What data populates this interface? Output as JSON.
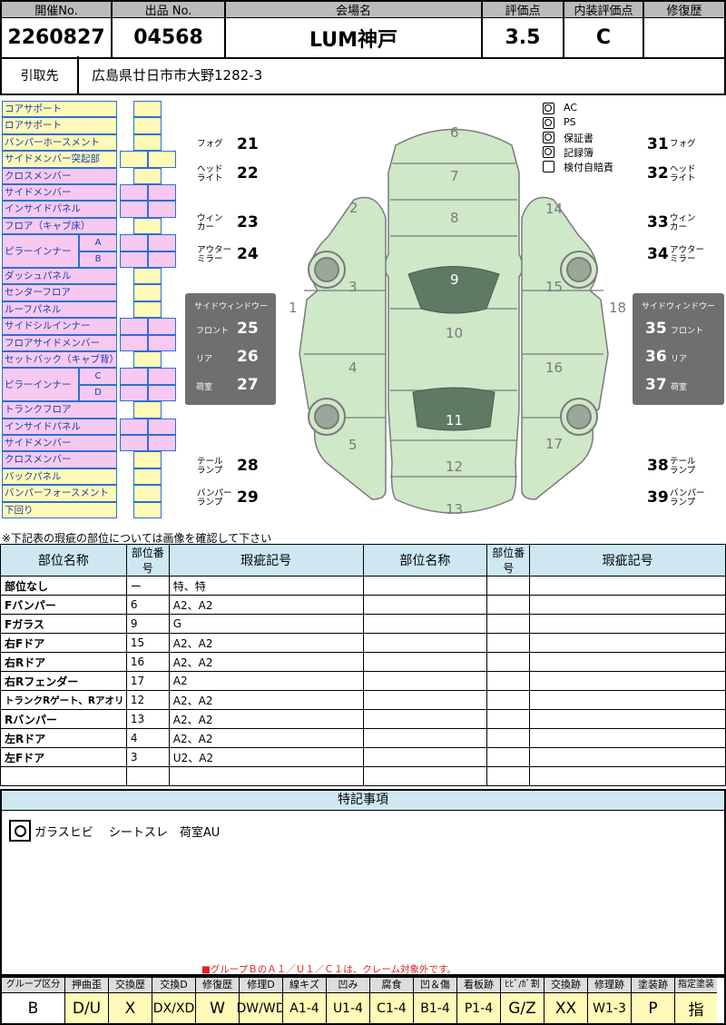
{
  "header": {
    "labels": [
      "開催No.",
      "出品 No.",
      "会場名",
      "評価点",
      "内装評価点",
      "修復歴"
    ],
    "values": [
      "2260827",
      "04568",
      "LUM神戸",
      "3.5",
      "C",
      ""
    ]
  },
  "pickup": {
    "label": "引取先",
    "address": "広島県廿日市市大野1282-3"
  },
  "parts": [
    {
      "name": "コアサポート",
      "color": "yel",
      "boxes": 1
    },
    {
      "name": "ロアサポート",
      "color": "yel",
      "boxes": 1
    },
    {
      "name": "バンパーホースメント",
      "color": "yel",
      "boxes": 1
    },
    {
      "name": "サイドメンバー突起部",
      "color": "yel",
      "boxes": 2
    },
    {
      "name": "クロスメンバー",
      "color": "pink",
      "boxes": 1
    },
    {
      "name": "サイドメンバー",
      "color": "pink",
      "boxes": 2
    },
    {
      "name": "インサイドパネル",
      "color": "pink",
      "boxes": 2
    },
    {
      "name": "フロア（キャブ床）",
      "color": "pink",
      "boxes": 1
    },
    {
      "name": "ダッシュパネル",
      "color": "pink",
      "boxes": 1
    },
    {
      "name": "センターフロア",
      "color": "pink",
      "boxes": 1
    },
    {
      "name": "ルーフパネル",
      "color": "pink",
      "boxes": 1
    },
    {
      "name": "サイドシルインナー",
      "color": "pink",
      "boxes": 2
    },
    {
      "name": "フロアサイドメンバー",
      "color": "pink",
      "boxes": 2
    },
    {
      "name": "セットバック（キャブ背）",
      "color": "pink",
      "boxes": 1
    },
    {
      "name": "トランクフロア",
      "color": "pink",
      "boxes": 1
    },
    {
      "name": "インサイドパネル",
      "color": "pink",
      "boxes": 2
    },
    {
      "name": "サイドメンバー",
      "color": "pink",
      "boxes": 2
    },
    {
      "name": "クロスメンバー",
      "color": "pink",
      "boxes": 1
    },
    {
      "name": "バックパネル",
      "color": "yel",
      "boxes": 1
    },
    {
      "name": "バンパーフォースメント",
      "color": "yel",
      "boxes": 1
    },
    {
      "name": "下回り",
      "color": "yel",
      "boxes": 1
    }
  ],
  "pillars": {
    "front": {
      "name": "ピラーインナー",
      "subs": [
        "A",
        "B"
      ]
    },
    "rear": {
      "name": "ピラーインナー",
      "subs": [
        "C",
        "D"
      ]
    }
  },
  "diagram": {
    "left_labels": [
      {
        "label": "フォグ",
        "num": "21"
      },
      {
        "label": "ヘッド\nライト",
        "num": "22"
      },
      {
        "label": "ウィン\nカー",
        "num": "23"
      },
      {
        "label": "アウター\nミラー",
        "num": "24"
      },
      {
        "label": "テール\nランプ",
        "num": "28"
      },
      {
        "label": "バンパー\nランプ",
        "num": "29"
      }
    ],
    "right_labels": [
      {
        "label": "フォグ",
        "num": "31"
      },
      {
        "label": "ヘッド\nライト",
        "num": "32"
      },
      {
        "label": "ウィン\nカー",
        "num": "33"
      },
      {
        "label": "アウター\nミラー",
        "num": "34"
      },
      {
        "label": "テール\nランプ",
        "num": "38"
      },
      {
        "label": "バンパー\nランプ",
        "num": "39"
      }
    ],
    "left_window": {
      "title": "サイドウィンドウー",
      "rows": [
        {
          "label": "フロント",
          "num": "25"
        },
        {
          "label": "リア",
          "num": "26"
        },
        {
          "label": "荷室",
          "num": "27"
        }
      ]
    },
    "right_window": {
      "title": "サイドウィンドウー",
      "rows": [
        {
          "label": "フロント",
          "num": "35"
        },
        {
          "label": "リア",
          "num": "36"
        },
        {
          "label": "荷室",
          "num": "37"
        }
      ]
    },
    "panel_numbers": [
      "1",
      "2",
      "3",
      "4",
      "5",
      "6",
      "7",
      "8",
      "9",
      "10",
      "11",
      "12",
      "13",
      "14",
      "15",
      "16",
      "17",
      "18"
    ]
  },
  "equipment": [
    {
      "label": "AC",
      "checked": true
    },
    {
      "label": "PS",
      "checked": true
    },
    {
      "label": "保証書",
      "checked": true
    },
    {
      "label": "記録簿",
      "checked": true
    },
    {
      "label": "検付自賠責",
      "checked": false
    }
  ],
  "note": "※下記表の瑕疵の部位については画像を確認して下さい",
  "damage_table": {
    "headers": [
      "部位名称",
      "部位番号",
      "瑕疵記号",
      "部位名称",
      "部位番号",
      "瑕疵記号"
    ],
    "rows": [
      [
        "部位なし",
        "ー",
        "特、特"
      ],
      [
        "Fバンパー",
        "6",
        "A2、A2"
      ],
      [
        "Fガラス",
        "9",
        "G"
      ],
      [
        "右Fドア",
        "15",
        "A2、A2"
      ],
      [
        "右Rドア",
        "16",
        "A2、A2"
      ],
      [
        "右Rフェンダー",
        "17",
        "A2"
      ],
      [
        "トランクRゲート、Rアオリ",
        "12",
        "A2、A2"
      ],
      [
        "Rバンパー",
        "13",
        "A2、A2"
      ],
      [
        "左Rドア",
        "4",
        "A2、A2"
      ],
      [
        "左Fドア",
        "3",
        "U2、A2"
      ],
      [
        "",
        "",
        ""
      ]
    ]
  },
  "special": {
    "title": "特記事項",
    "text": "ガラスヒビ　 シートスレ　荷室AU",
    "footnote": "■グループＢのＡ１／Ｕ１／Ｃ１は、クレーム対象外です。"
  },
  "legend": [
    {
      "head": "グループ区分",
      "val": "B",
      "w": 70,
      "white": true
    },
    {
      "head": "押曲歪",
      "val": "D/U",
      "w": 48
    },
    {
      "head": "交換歴",
      "val": "X",
      "w": 48
    },
    {
      "head": "交換D",
      "val": "DX/XD",
      "w": 48
    },
    {
      "head": "修復歴",
      "val": "W",
      "w": 48
    },
    {
      "head": "修理D",
      "val": "DW/WD",
      "w": 48
    },
    {
      "head": "線キズ",
      "val": "A1-4",
      "w": 48
    },
    {
      "head": "凹み",
      "val": "U1-4",
      "w": 48
    },
    {
      "head": "腐食",
      "val": "C1-4",
      "w": 48
    },
    {
      "head": "凹＆傷",
      "val": "B1-4",
      "w": 48
    },
    {
      "head": "看板跡",
      "val": "P1-4",
      "w": 48
    },
    {
      "head": "ﾋﾋﾞ/ｶﾞ割",
      "val": "G/Z",
      "w": 48
    },
    {
      "head": "交換跡",
      "val": "XX",
      "w": 48
    },
    {
      "head": "修理跡",
      "val": "W1-3",
      "w": 48
    },
    {
      "head": "塗装跡",
      "val": "P",
      "w": 48
    },
    {
      "head": "指定塗装",
      "val": "指",
      "w": 46
    }
  ]
}
